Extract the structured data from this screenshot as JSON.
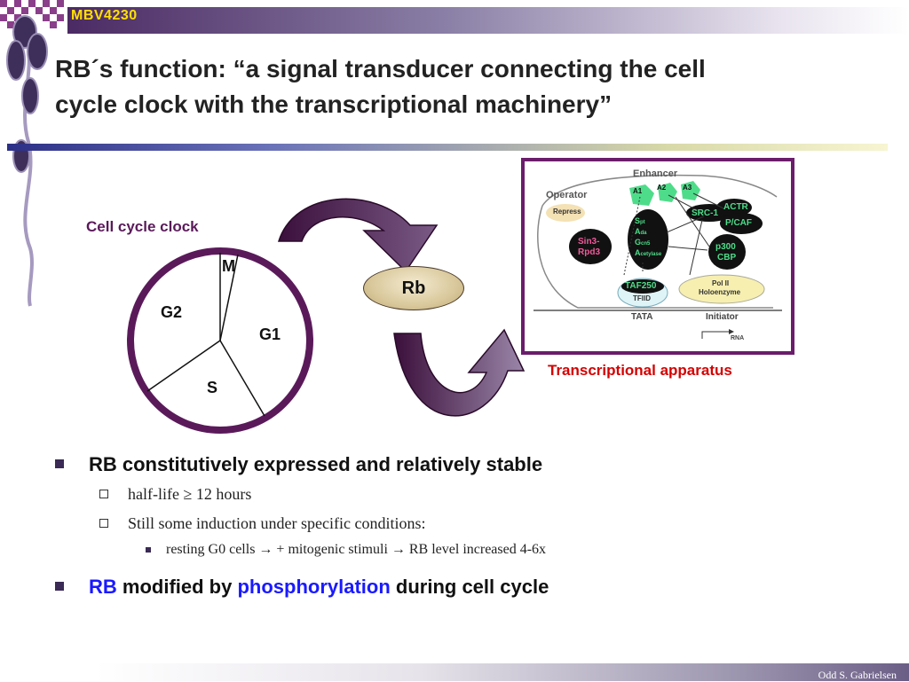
{
  "header": {
    "course": "MBV4230"
  },
  "slide": {
    "title_line1": "RB´s function: “a signal transducer connecting the cell",
    "title_line2": "cycle clock with the transcriptional machinery”"
  },
  "cycle": {
    "caption": "Cell cycle clock",
    "segments": {
      "m": "M",
      "g1": "G1",
      "s": "S",
      "g2": "G2"
    }
  },
  "rb_label": "Rb",
  "transcription": {
    "caption": "Transcriptional apparatus",
    "labels": {
      "operator": "Operator",
      "enhancer": "Enhancer",
      "repress": "Repress",
      "a1": "A1",
      "a2": "A2",
      "a3": "A3",
      "sin3": "Sin3-",
      "rpd3": "Rpd3",
      "s_big": "S",
      "s_small": "pt",
      "a_big": "A",
      "a_small": "da",
      "g_big": "G",
      "g_small": "cn5",
      "ac_big": "A",
      "ac_small": "cetylase",
      "src1": "SRC-1",
      "actr": "ACTR",
      "pcaf": "P/CAF",
      "p300": "p300",
      "cbp": "CBP",
      "taf250": "TAF250",
      "tfiid": "TFIID",
      "pol2": "Pol II",
      "holo": "Holoenzyme",
      "tata": "TATA",
      "initiator": "Initiator",
      "rna": "RNA"
    }
  },
  "bullets": {
    "b1": "RB constitutively expressed and relatively stable",
    "b1_1": "half-life ≥ 12 hours",
    "b1_2": "Still some induction under specific conditions:",
    "b1_2_1": "resting G0 cells → + mitogenic stimuli → RB level increased 4-6x",
    "b2_rb": "RB",
    "b2_mid": " modified by ",
    "b2_phos": "phosphorylation",
    "b2_end": " during cell cycle"
  },
  "footer": {
    "author": "Odd S. Gabrielsen"
  },
  "colors": {
    "accent_purple": "#5a1a5a",
    "accent_red": "#d40000",
    "highlight_blue": "#1a1aff",
    "course_yellow": "#ffe000"
  }
}
